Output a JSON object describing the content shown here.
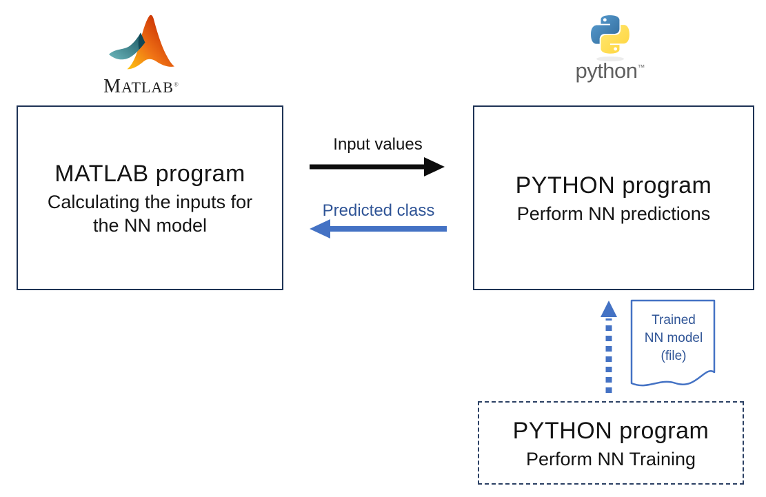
{
  "logos": {
    "matlab": {
      "initial": "M",
      "rest": "ATLAB",
      "trademark": "®"
    },
    "python": {
      "wordmark": "python",
      "trademark": "™"
    }
  },
  "nodes": {
    "matlab_program": {
      "title": "MATLAB program",
      "subtitle": "Calculating the inputs for\nthe NN model"
    },
    "python_program": {
      "title": "PYTHON program",
      "subtitle": "Perform NN predictions"
    },
    "python_training": {
      "title": "PYTHON program",
      "subtitle": "Perform NN Training"
    }
  },
  "edges": {
    "input_values": {
      "label": "Input values",
      "from": "matlab_program",
      "to": "python_program",
      "style": "solid",
      "color": "#0d0d0d"
    },
    "predicted_class": {
      "label": "Predicted class",
      "from": "python_program",
      "to": "matlab_program",
      "style": "solid",
      "color": "#4472C4",
      "label_color": "#2F5496"
    },
    "trained_model": {
      "from": "python_training",
      "to": "python_program",
      "style": "dotted",
      "color": "#4472C4"
    }
  },
  "file_shape": {
    "label": "Trained\nNN model\n(file)",
    "border_color": "#4472C4",
    "text_color": "#2F5496"
  },
  "colors": {
    "background": "#ffffff",
    "box_border": "#1e3355",
    "dashed_border": "#2a3f63",
    "black_arrow": "#0d0d0d",
    "blue_arrow": "#4472C4",
    "blue_text": "#2F5496",
    "python_blue": "#366994",
    "python_yellow": "#FFD43B",
    "matlab_orange": "#E9541F",
    "matlab_teal": "#2E7F8E",
    "wordmark_gray": "#5F5F5F"
  }
}
